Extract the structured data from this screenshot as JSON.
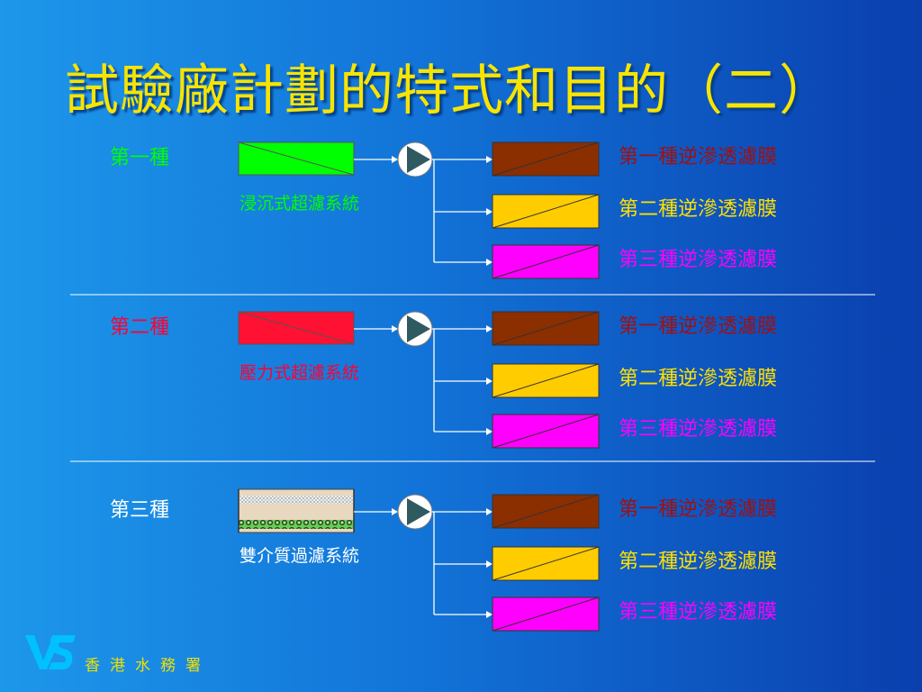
{
  "title": "試驗廠計劃的特式和目的（二）",
  "colors": {
    "title": "#f7e400",
    "ro1": "#8b2e00",
    "ro2": "#ffcc00",
    "ro3": "#ff00ff",
    "ro1_label": "#a01010",
    "ro2_label": "#ffe000",
    "ro3_label": "#ff00ff",
    "pump": "#2f5a60",
    "connector": "#ffffff"
  },
  "rows": [
    {
      "label": "第一種",
      "label_color": "#00ff00",
      "source_label": "浸沉式超濾系統",
      "source_label_color": "#00ff00",
      "source_type": "box",
      "source_color": "#00ff00",
      "outputs": [
        "第一種逆滲透濾膜",
        "第二種逆滲透濾膜",
        "第三種逆滲透濾膜"
      ]
    },
    {
      "label": "第二種",
      "label_color": "#ff0033",
      "source_label": "壓力式超濾系統",
      "source_label_color": "#ff0033",
      "source_type": "box",
      "source_color": "#ff1133",
      "outputs": [
        "第一種逆滲透濾膜",
        "第二種逆滲透濾膜",
        "第三種逆滲透濾膜"
      ]
    },
    {
      "label": "第三種",
      "label_color": "#ffffff",
      "source_label": "雙介質過濾系統",
      "source_label_color": "#ffffff",
      "source_type": "dual-media",
      "source_color": "#e8d8c0",
      "outputs": [
        "第一種逆滲透濾膜",
        "第二種逆滲透濾膜",
        "第三種逆滲透濾膜"
      ]
    }
  ],
  "footer": {
    "logo_icon": "wsd-logo-icon",
    "organization": "香港水務署"
  }
}
